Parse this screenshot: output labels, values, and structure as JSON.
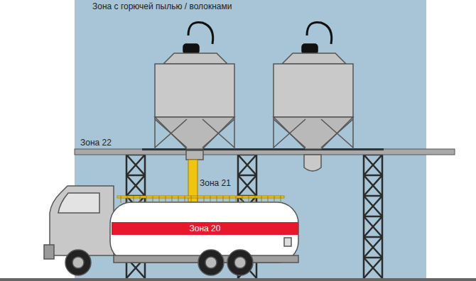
{
  "diagram": {
    "nodes": [
      {
        "text": [
          "Зона 20"
        ]
      }
    ],
    "labels": [
      "Зона с горючей пылью / волокнами",
      "Зона 22",
      "Зона 21"
    ]
  }
}
